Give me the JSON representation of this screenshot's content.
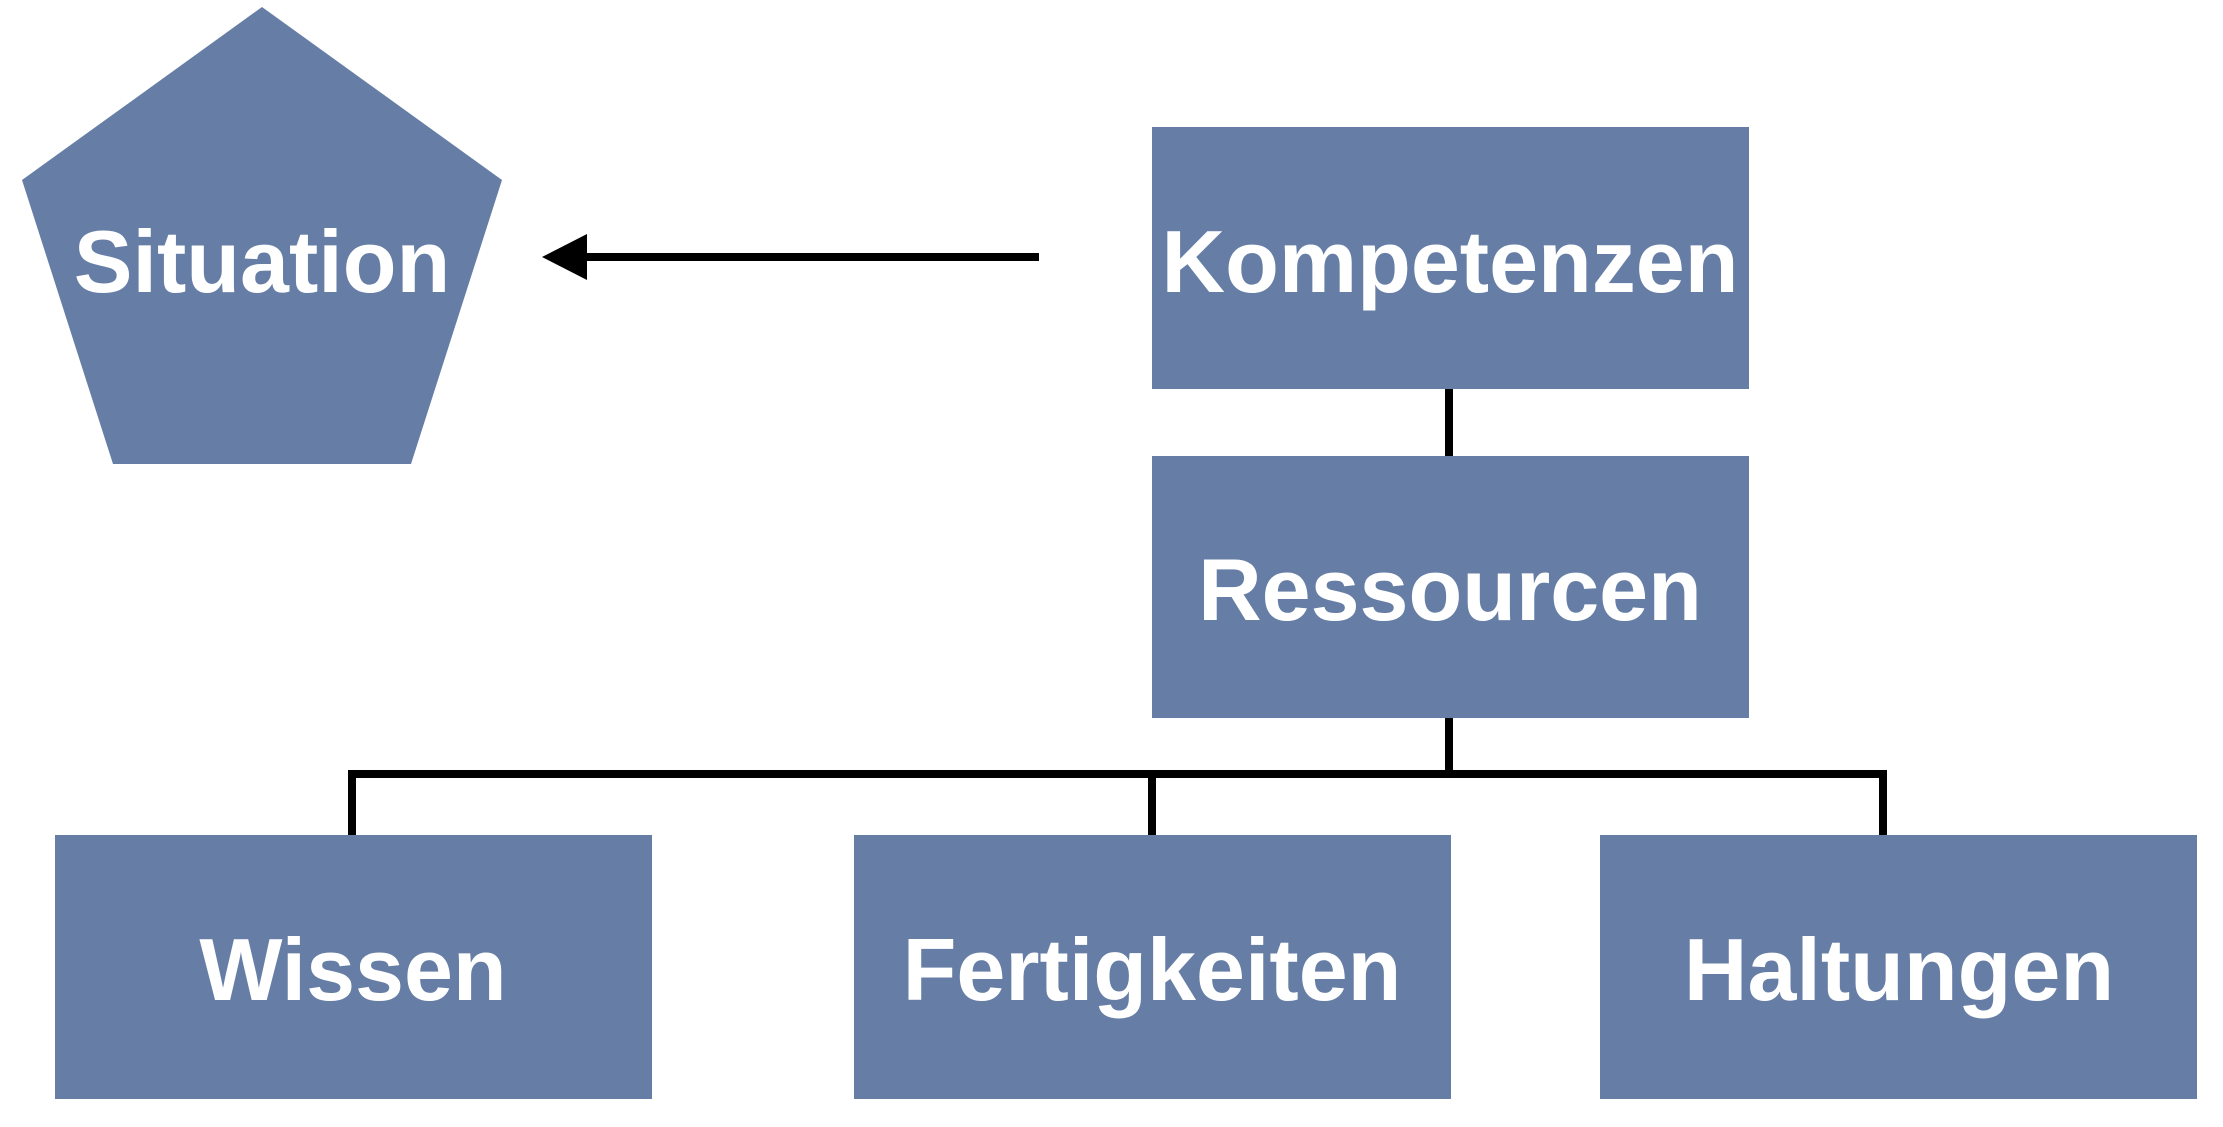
{
  "diagram": {
    "colors": {
      "node_fill": "#667ea6",
      "node_text": "#ffffff",
      "connector": "#000000",
      "background": "#ffffff"
    },
    "nodes": {
      "situation": {
        "label": "Situation",
        "shape": "pentagon"
      },
      "kompetenzen": {
        "label": "Kompetenzen",
        "shape": "rectangle"
      },
      "ressourcen": {
        "label": "Ressourcen",
        "shape": "rectangle"
      },
      "wissen": {
        "label": "Wissen",
        "shape": "rectangle"
      },
      "fertigkeiten": {
        "label": "Fertigkeiten",
        "shape": "rectangle"
      },
      "haltungen": {
        "label": "Haltungen",
        "shape": "rectangle"
      }
    },
    "edges": [
      {
        "from": "kompetenzen",
        "to": "situation",
        "type": "arrow"
      },
      {
        "from": "kompetenzen",
        "to": "ressourcen",
        "type": "line"
      },
      {
        "from": "ressourcen",
        "to": "wissen",
        "type": "tree"
      },
      {
        "from": "ressourcen",
        "to": "fertigkeiten",
        "type": "tree"
      },
      {
        "from": "ressourcen",
        "to": "haltungen",
        "type": "tree"
      }
    ]
  }
}
